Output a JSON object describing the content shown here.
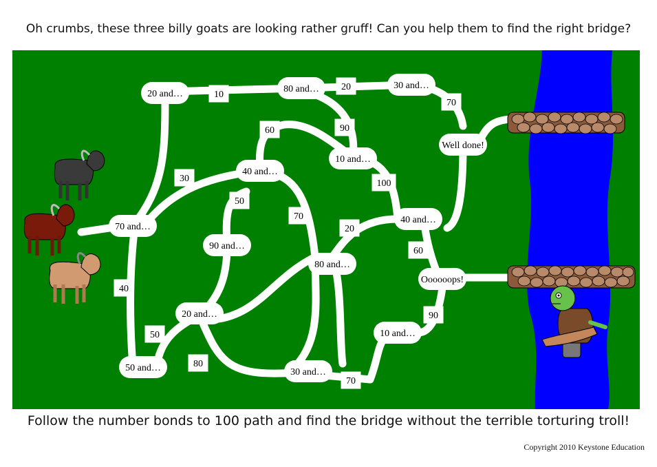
{
  "title": "Oh crumbs, these three billy goats are looking rather gruff!  Can you help them to find the right bridge?",
  "instruction": "Follow the number bonds to 100 path and find the bridge without the terrible torturing troll!",
  "copyright": "Copyright 2010 Keystone Education",
  "colors": {
    "grass": "#008000",
    "river": "#0000ff",
    "path": "#ffffff"
  },
  "nodes": [
    {
      "id": "n20a",
      "label": "20 and…"
    },
    {
      "id": "n80a",
      "label": "80 and…"
    },
    {
      "id": "n30a",
      "label": "30 and…"
    },
    {
      "id": "n10a",
      "label": "10 and…"
    },
    {
      "id": "n40a",
      "label": "40 and…"
    },
    {
      "id": "n70a",
      "label": "70 and…"
    },
    {
      "id": "n40b",
      "label": "40 and…"
    },
    {
      "id": "n90a",
      "label": "90 and…"
    },
    {
      "id": "n80b",
      "label": "80 and…"
    },
    {
      "id": "n20b",
      "label": "20 and…"
    },
    {
      "id": "n50a",
      "label": "50 and…"
    },
    {
      "id": "n30b",
      "label": "30 and…"
    },
    {
      "id": "n10b",
      "label": "10 and…"
    },
    {
      "id": "well",
      "label": "Well done!"
    },
    {
      "id": "oops",
      "label": "Oooooops!"
    }
  ],
  "tags": [
    "10",
    "20",
    "70",
    "60",
    "90",
    "30",
    "100",
    "50",
    "70",
    "20",
    "60",
    "40",
    "50",
    "80",
    "70",
    "90"
  ],
  "goats": [
    {
      "name": "black-goat"
    },
    {
      "name": "red-goat"
    },
    {
      "name": "tan-goat"
    }
  ],
  "troll": {
    "name": "troll"
  },
  "bridges": [
    {
      "name": "safe-bridge"
    },
    {
      "name": "troll-bridge"
    }
  ]
}
